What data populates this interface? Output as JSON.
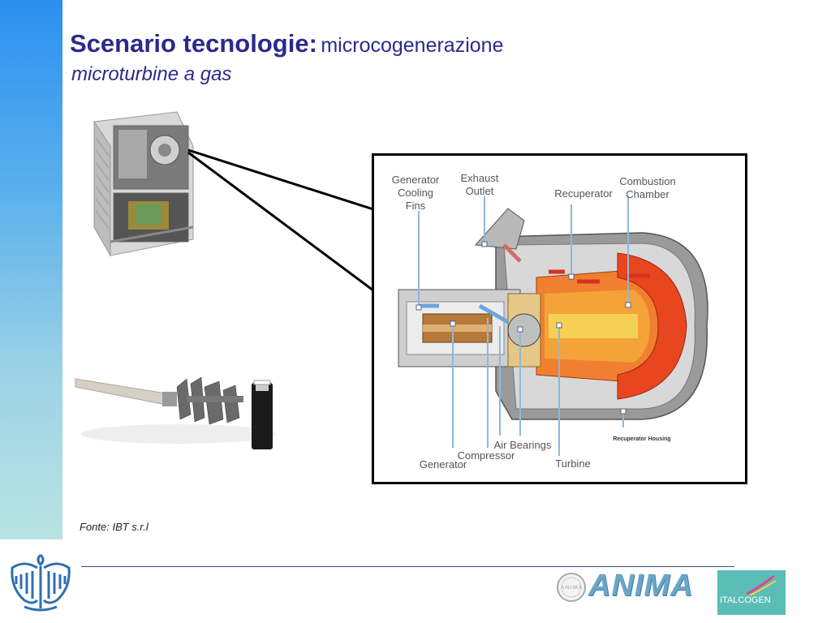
{
  "slide": {
    "title_main": "Scenario tecnologie:",
    "title_sub": "microcogenerazione",
    "subtitle": "microturbine a gas",
    "source": "Fonte: IBT s.r.l"
  },
  "diagram": {
    "labels": {
      "generator_cooling_fins": "Generator\nCooling\nFins",
      "exhaust_outlet": "Exhaust\nOutlet",
      "recuperator": "Recuperator",
      "combustion_chamber": "Combustion\nChamber",
      "air_bearings": "Air Bearings",
      "compressor": "Compressor",
      "generator": "Generator",
      "turbine": "Turbine",
      "recuperator_housing": "Recuperator Housing"
    }
  },
  "footer": {
    "anima_small": "A.N.I.M.A",
    "anima_logo": "ANIMA",
    "italcogen_logo": "ITALCOGEN"
  },
  "colors": {
    "title": "#2b2a8a",
    "sidebar_top": "#2d8ff0",
    "sidebar_bottom": "#b8e3e2",
    "anima": "#6aa6c8",
    "italcogen": "#5bbdb5"
  }
}
